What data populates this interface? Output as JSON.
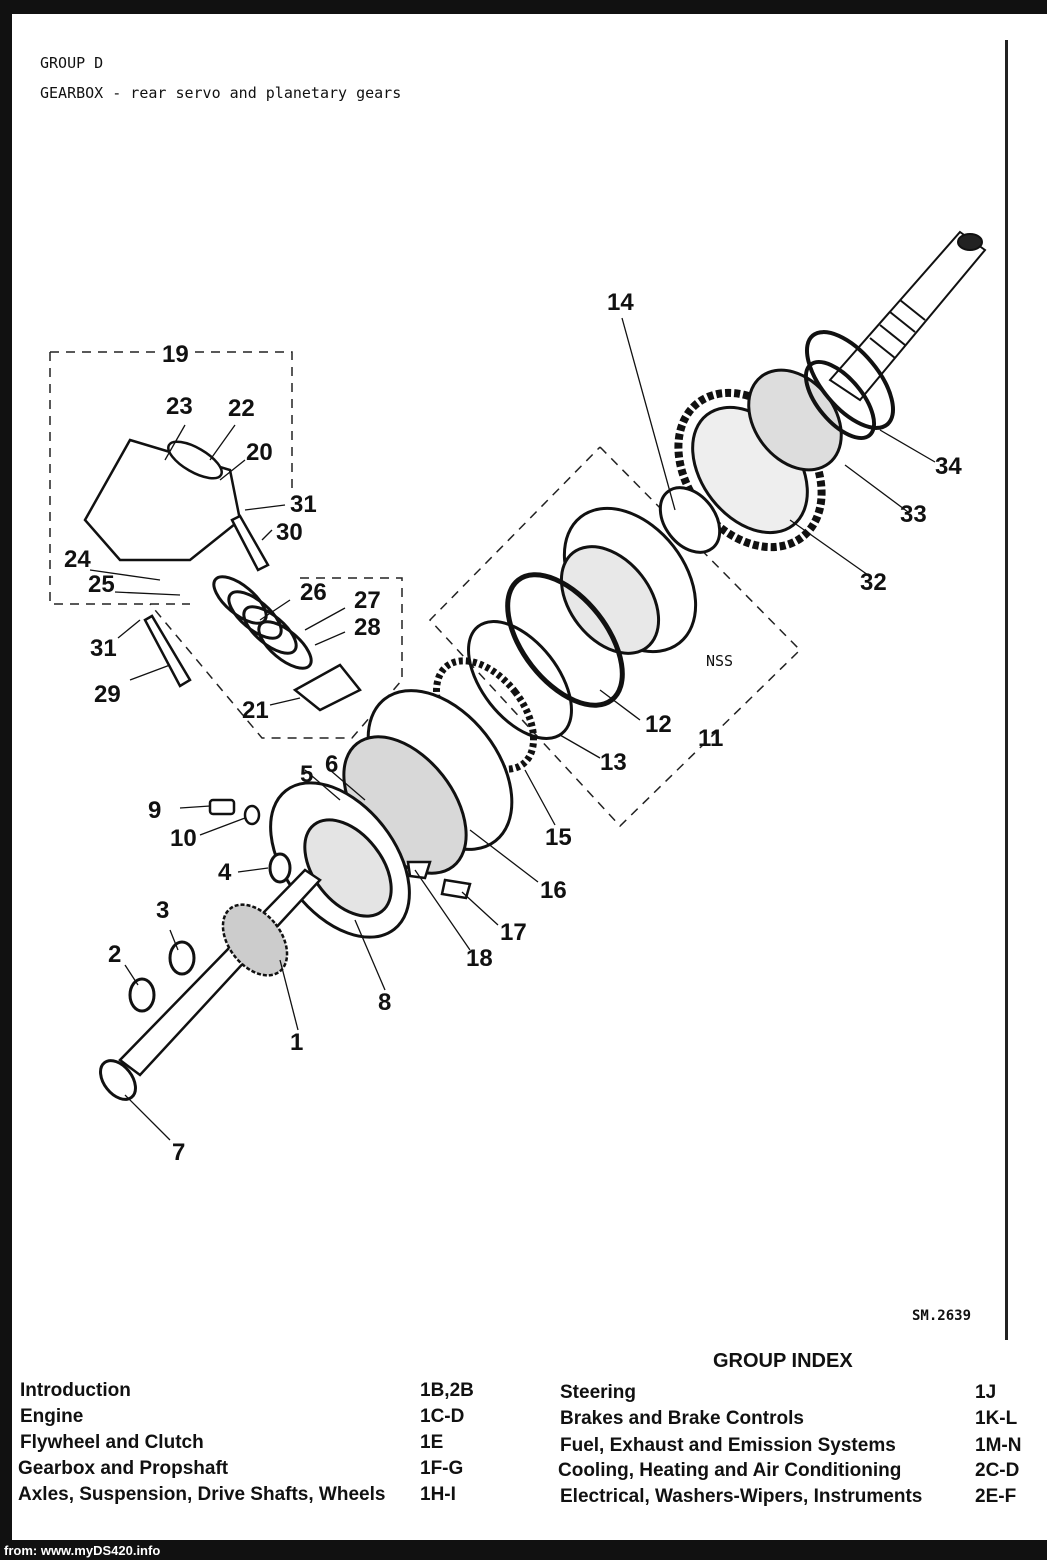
{
  "header": {
    "group": "GROUP D",
    "title": "GEARBOX - rear servo and planetary gears"
  },
  "diagram": {
    "callouts": [
      "1",
      "2",
      "3",
      "4",
      "5",
      "6",
      "7",
      "8",
      "9",
      "10",
      "11",
      "12",
      "13",
      "14",
      "15",
      "16",
      "17",
      "18",
      "19",
      "20",
      "21",
      "22",
      "23",
      "24",
      "25",
      "26",
      "27",
      "28",
      "29",
      "30",
      "31",
      "31",
      "32",
      "33",
      "34"
    ],
    "nss": "NSS",
    "reference": "SM.2639"
  },
  "group_index": {
    "title": "GROUP INDEX",
    "left": [
      {
        "label": "Introduction",
        "code": "1B,2B"
      },
      {
        "label": "Engine",
        "code": "1C-D"
      },
      {
        "label": "Flywheel and Clutch",
        "code": "1E"
      },
      {
        "label": "Gearbox and Propshaft",
        "code": "1F-G"
      },
      {
        "label": "Axles, Suspension, Drive Shafts, Wheels",
        "code": "1H-I"
      }
    ],
    "right": [
      {
        "label": "Steering",
        "code": "1J"
      },
      {
        "label": "Brakes and Brake Controls",
        "code": "1K-L"
      },
      {
        "label": "Fuel, Exhaust and Emission Systems",
        "code": "1M-N"
      },
      {
        "label": "Cooling, Heating and Air Conditioning",
        "code": "2C-D"
      },
      {
        "label": "Electrical, Washers-Wipers, Instruments",
        "code": "2E-F"
      }
    ]
  },
  "footer": "from: www.myDS420.info"
}
